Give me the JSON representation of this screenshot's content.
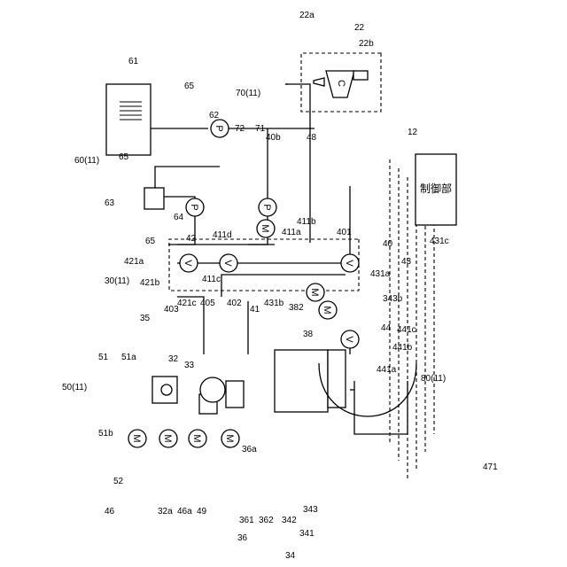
{
  "labels": {
    "control_unit": "制御部",
    "C": "C",
    "V": "V",
    "P": "P",
    "M": "M"
  },
  "refs": {
    "r12": "12",
    "r22": "22",
    "r22a": "22a",
    "r22b": "22b",
    "r30": "30(11)",
    "r32": "32",
    "r32a": "32a",
    "r33": "33",
    "r34": "34",
    "r341": "341",
    "r342": "342",
    "r343": "343",
    "r343b": "343b",
    "r35": "35",
    "r36": "36",
    "r361": "361",
    "r362": "362",
    "r36a": "36a",
    "r38": "38",
    "r382": "382",
    "r40": "40",
    "r401": "401",
    "r402": "402",
    "r403": "403",
    "r405": "405",
    "r40b": "40b",
    "r41": "41",
    "r411a": "411a",
    "r411b": "411b",
    "r411c": "411c",
    "r411d": "411d",
    "r42": "42",
    "r421a": "421a",
    "r421b": "421b",
    "r421c": "421c",
    "r43": "43",
    "r431a": "431a",
    "r431b": "431b",
    "r431c": "431c",
    "r44": "44",
    "r441a": "441a",
    "r441b": "441b",
    "r441c": "441c",
    "r46": "46",
    "r46a": "46a",
    "r471": "471",
    "r48": "48",
    "r49": "49",
    "r50": "50(11)",
    "r51": "51",
    "r51a": "51a",
    "r51b": "51b",
    "r52": "52",
    "r60": "60(11)",
    "r61": "61",
    "r62": "62",
    "r63": "63",
    "r64": "64",
    "r65a": "65",
    "r65b": "65",
    "r65c": "65",
    "r70": "70(11)",
    "r71": "71",
    "r72": "72",
    "r80": "80(11)"
  }
}
